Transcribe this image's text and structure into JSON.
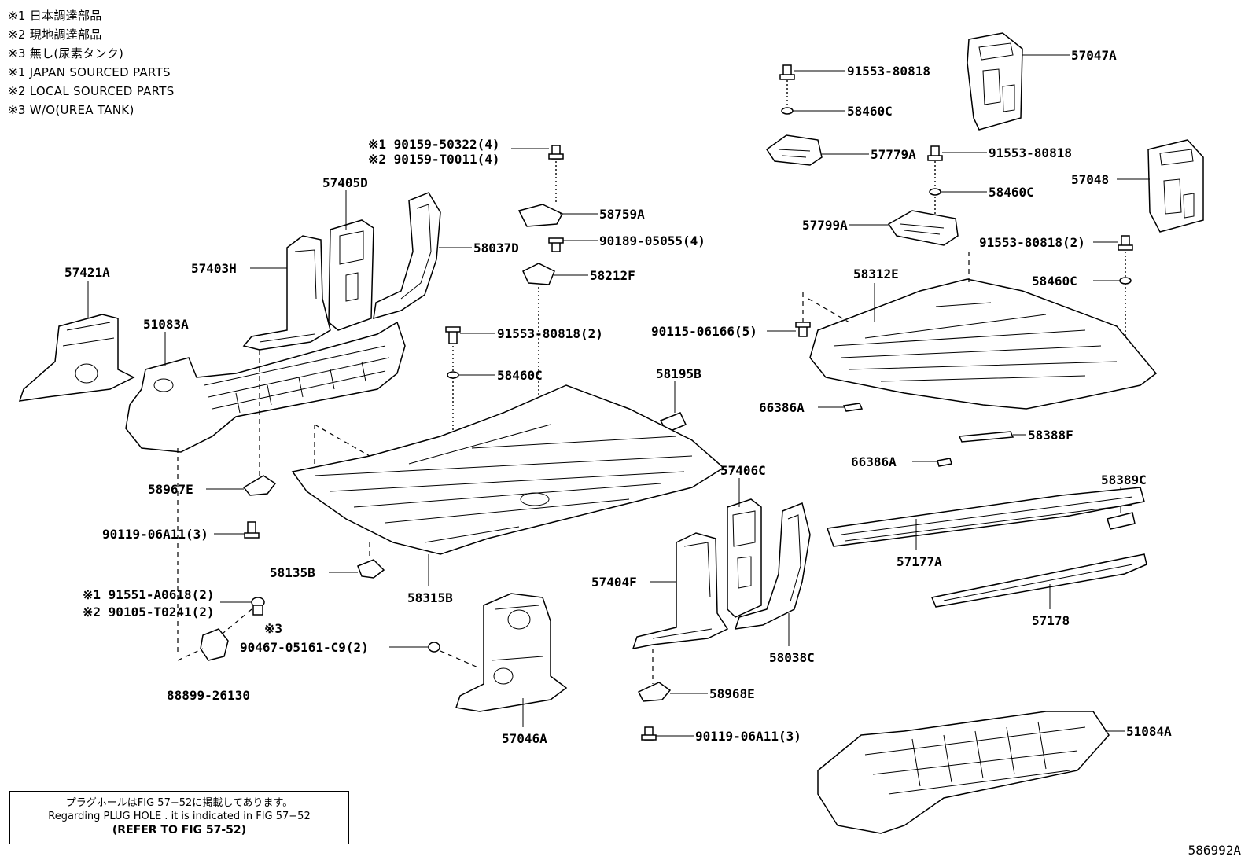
{
  "notes": [
    "※1 日本調達部品",
    "※2 現地調達部品",
    "※3 無し(尿素タンク)",
    "※1 JAPAN SOURCED PARTS",
    "※2 LOCAL SOURCED PARTS",
    "※3 W/O(UREA TANK)"
  ],
  "plug_note": {
    "line1": "プラグホールはFIG 57−52に掲載してあります。",
    "line2": "Regarding  PLUG  HOLE . it is indicated in  FIG  57−52",
    "line3": "(REFER TO FIG 57-52)"
  },
  "figure_code": "586992A",
  "labels": {
    "p57047A": "57047A",
    "p91553_a": "91553-80818",
    "p58460C_a": "58460C",
    "p57779A": "57779A",
    "p91553_b": "91553-80818",
    "p58460C_b": "58460C",
    "p57048": "57048",
    "p57799A": "57799A",
    "p91553_c": "91553-80818(2)",
    "p58460C_c": "58460C",
    "p58312E": "58312E",
    "p90115": "90115-06166(5)",
    "p66386A_a": "66386A",
    "p58388F": "58388F",
    "p66386A_b": "66386A",
    "p58389C": "58389C",
    "p57177A": "57177A",
    "p57178": "57178",
    "p51084A": "51084A",
    "p90159_1": "※1 90159-50322(4)",
    "p90159_2": "※2 90159-T0011(4)",
    "p58759A": "58759A",
    "p90189": "90189-05055(4)",
    "p58212F": "58212F",
    "p91553_d": "91553-80818(2)",
    "p58460C_d": "58460C",
    "p58195B": "58195B",
    "p57405D": "57405D",
    "p58037D": "58037D",
    "p57403H": "57403H",
    "p57421A": "57421A",
    "p51083A": "51083A",
    "p58967E": "58967E",
    "p90119_a": "90119-06A11(3)",
    "p58135B": "58135B",
    "p58315B": "58315B",
    "p91551": "※1 91551-A0618(2)",
    "p90105": "※2 90105-T0241(2)",
    "p3note": "※3",
    "p90467": "90467-05161-C9(2)",
    "p88899": "88899-26130",
    "p57046A": "57046A",
    "p57406C": "57406C",
    "p57404F": "57404F",
    "p58038C": "58038C",
    "p58968E": "58968E",
    "p90119_b": "90119-06A11(3)"
  }
}
